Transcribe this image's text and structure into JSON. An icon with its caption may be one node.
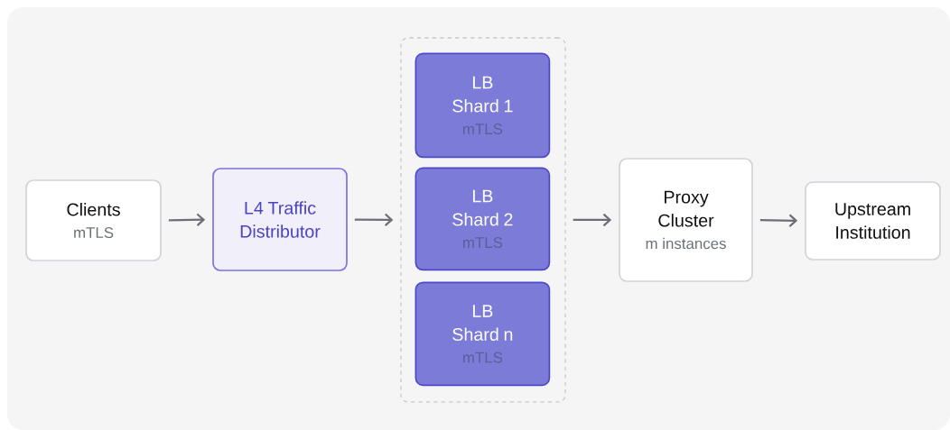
{
  "diagram": {
    "nodes": [
      {
        "text": [
          "Clients",
          "mTLS"
        ]
      },
      {
        "text": [
          "L4 Traffic Distributor"
        ]
      },
      {
        "text": [],
        "shape": "box"
      },
      {
        "text": [
          "LB Shard 1",
          "mTLS"
        ],
        "in": 2
      },
      {
        "text": [
          "LB Shard 2",
          "mTLS"
        ],
        "in": 2
      },
      {
        "text": [
          "LB Shard n",
          "mTLS"
        ],
        "in": 2
      },
      {
        "text": [
          "Proxy Cluster",
          "m instances"
        ]
      },
      {
        "text": [
          "Upstream Institution"
        ]
      }
    ],
    "edges": [
      {
        "from": 0,
        "to": 1,
        "arrow": "to"
      },
      {
        "from": 1,
        "to": 2,
        "arrow": "to"
      },
      {
        "from": 2,
        "to": 6,
        "arrow": "to"
      },
      {
        "from": 6,
        "to": 7,
        "arrow": "to"
      }
    ]
  }
}
